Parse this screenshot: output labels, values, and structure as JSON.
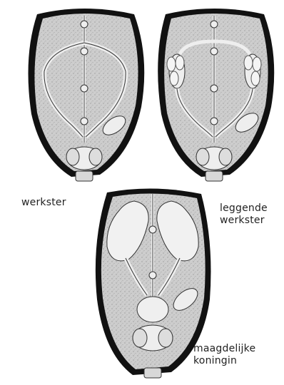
{
  "labels": {
    "worker": "werkster",
    "laying_worker": [
      "leggende",
      "werkster"
    ],
    "virgin_queen": [
      "maagdelijke",
      "koningin"
    ]
  },
  "colors": {
    "outline": "#111111",
    "abdomen_fill": "#c9c9c9",
    "organ_fill": "#eeeeee",
    "stroke": "#2b2b2b",
    "background": "#ffffff"
  }
}
